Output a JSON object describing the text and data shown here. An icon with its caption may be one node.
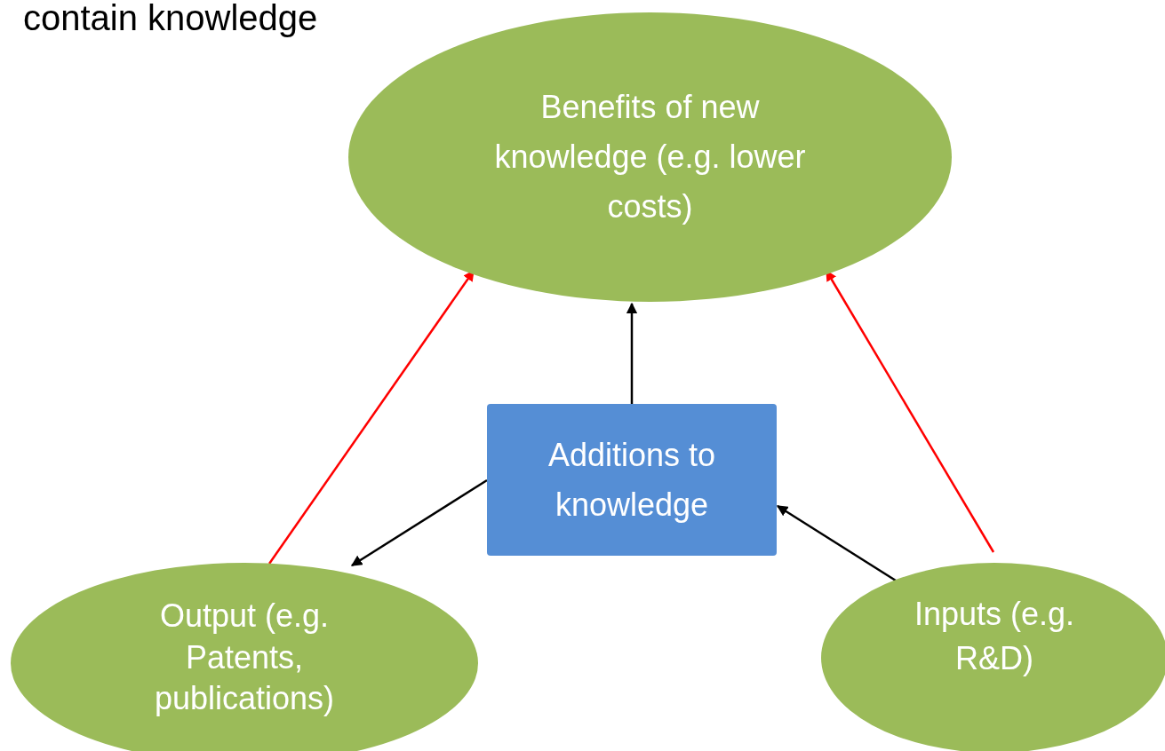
{
  "diagram": {
    "title": "contain knowledge",
    "nodes": [
      {
        "text": [
          "Benefits of new knowledge (e.g. lower costs)"
        ]
      },
      {
        "text": [
          "Additions to knowledge"
        ]
      },
      {
        "text": [
          "Output (e.g. Patents, publications)"
        ]
      },
      {
        "text": [
          "Inputs (e.g. R&D)"
        ]
      }
    ],
    "edges": [
      {
        "from": 1,
        "to": 0,
        "arrow": "to"
      },
      {
        "from": 1,
        "to": 2,
        "arrow": "to"
      },
      {
        "from": 2,
        "to": 0,
        "arrow": "to",
        "color": "#ff0000"
      },
      {
        "from": 3,
        "to": 1,
        "arrow": "to"
      },
      {
        "from": 3,
        "to": 0,
        "arrow": "to",
        "color": "#ff0000"
      }
    ]
  }
}
